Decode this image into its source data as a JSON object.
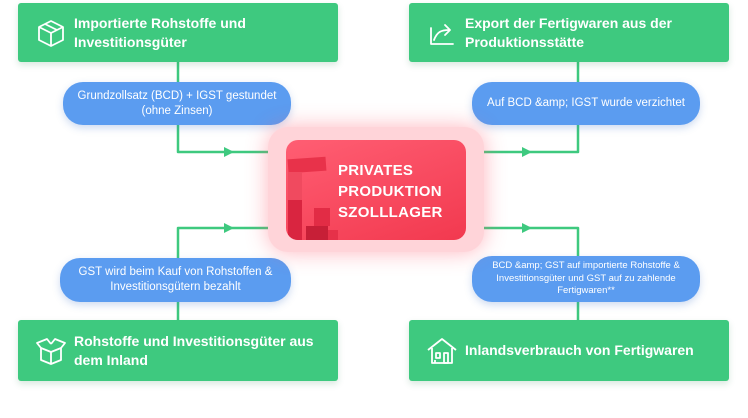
{
  "center": {
    "lines": [
      "PRIVATES",
      "PRODUKTION",
      "SZOLLLAGER"
    ]
  },
  "boxes": {
    "top_left": "Importierte Rohstoffe und Investitionsgüter",
    "top_right": "Export der Fertigwaren aus der Produktionsstätte",
    "bottom_left": "Rohstoffe und Investitionsgüter aus dem Inland",
    "bottom_right": "Inlandsverbrauch von Fertigwaren"
  },
  "pills": {
    "top_left": "Grundzollsatz (BCD) + IGST gestundet (ohne Zinsen)",
    "top_right": "Auf BCD &amp; IGST wurde verzichtet",
    "bottom_left": "GST wird beim Kauf von Rohstoffen & Investitionsgütern bezahlt",
    "bottom_right": "BCD &amp; GST auf importierte Rohstoffe & Investitionsgüter und GST auf zu zahlende Fertigwaren**"
  },
  "icons": {
    "top_left": "box-icon",
    "top_right": "export-arrow-icon",
    "bottom_left": "open-box-icon",
    "bottom_right": "house-icon"
  },
  "colors": {
    "green": "#3ec97f",
    "blue": "#5b9cf0",
    "center_red": "#ff4d63",
    "center_halo": "#ffd4d9"
  }
}
